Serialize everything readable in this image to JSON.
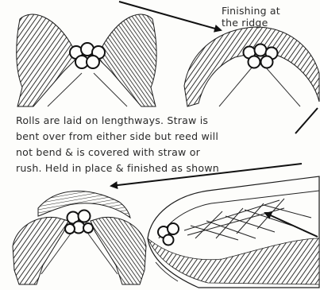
{
  "caption_finishing": [
    "Finishing at",
    "the ridge"
  ],
  "description_lines": [
    "Rolls are laid on lengthways. Straw is",
    "bent over from either side but reed will",
    "not bend & is covered with straw or",
    "rush. Held in place & finished as shown"
  ],
  "colors": {
    "ink": "#2a2a2a",
    "paper": "#fdfdfb"
  }
}
